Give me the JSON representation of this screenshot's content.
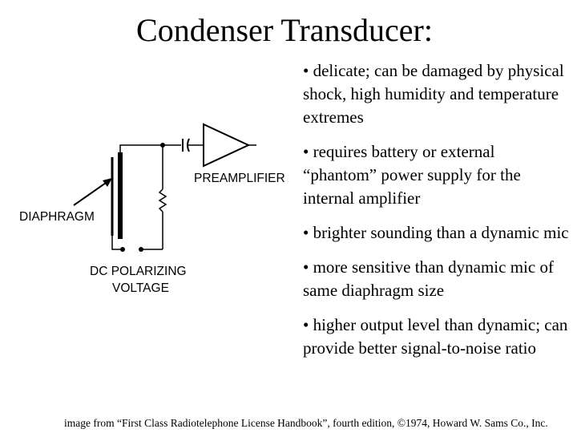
{
  "title": "Condenser Transducer:",
  "bullets": [
    "• delicate; can be damaged by physical shock, high humidity and temperature extremes",
    "• requires battery or external “phantom” power supply for the internal amplifier",
    "• brighter sounding than a dynamic mic",
    "• more sensitive than dynamic mic of same diaphragm size",
    "• higher output level than dynamic; can provide better signal-to-noise ratio"
  ],
  "diagram": {
    "label_preamplifier": "PREAMPLIFIER",
    "label_diaphragm": "DIAPHRAGM",
    "label_polarizing_1": "DC POLARIZING",
    "label_polarizing_2": "VOLTAGE"
  },
  "caption": "image from “First Class Radiotelephone License Handbook”, fourth edition, ©1974, Howard W. Sams Co., Inc."
}
